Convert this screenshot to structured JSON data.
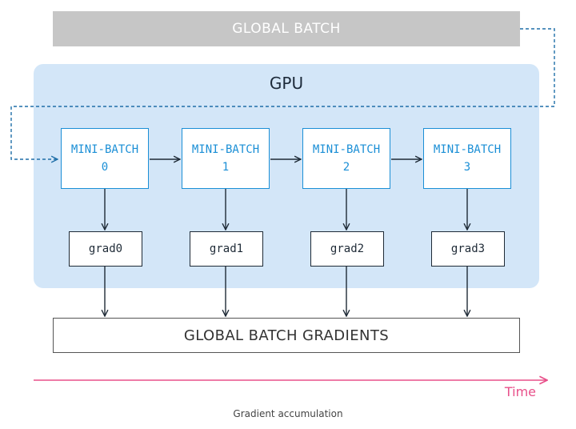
{
  "global_batch": {
    "label": "GLOBAL BATCH"
  },
  "gpu": {
    "label": "GPU"
  },
  "mini_batches": [
    {
      "line1": "MINI-BATCH",
      "line2": "0"
    },
    {
      "line1": "MINI-BATCH",
      "line2": "1"
    },
    {
      "line1": "MINI-BATCH",
      "line2": "2"
    },
    {
      "line1": "MINI-BATCH",
      "line2": "3"
    }
  ],
  "grads": [
    {
      "label": "grad0"
    },
    {
      "label": "grad1"
    },
    {
      "label": "grad2"
    },
    {
      "label": "grad3"
    }
  ],
  "global_batch_gradients": {
    "label": "GLOBAL BATCH GRADIENTS"
  },
  "time_axis": {
    "label": "Time",
    "color": "#e8508a"
  },
  "caption": "Gradient accumulation",
  "colors": {
    "gpu_panel": "#d3e6f8",
    "global_batch_bar": "#c6c6c6",
    "mini_batch_border": "#1b8fd6",
    "dashed_line": "#1f6fa8"
  }
}
